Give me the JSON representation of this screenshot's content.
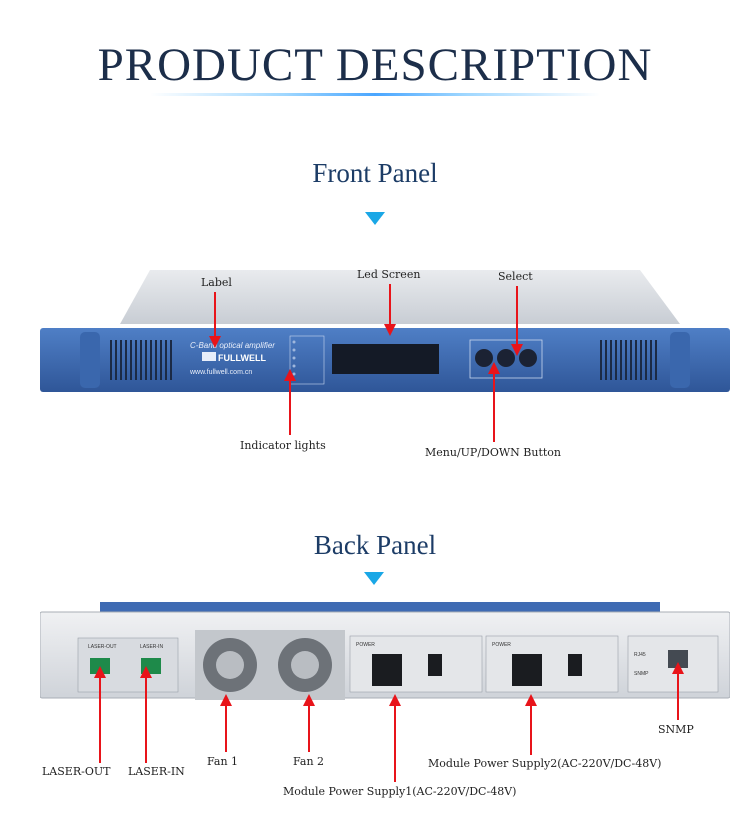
{
  "title": "PRODUCT DESCRIPTION",
  "front": {
    "heading": "Front Panel",
    "brand_sub": "C-Band optical amplifier",
    "brand_name": "FULLWELL",
    "brand_url": "www.fullwell.com.cn",
    "labels": {
      "label": "Label",
      "led_screen": "Led Screen",
      "select": "Select",
      "indicator": "Indicator lights",
      "menu_button": "Menu/UP/DOWN Button"
    }
  },
  "back": {
    "heading": "Back Panel",
    "panel_text": {
      "laser_out": "LASER-OUT",
      "laser_in": "LASER-IN",
      "power1": "POWER",
      "power2": "POWER",
      "rj45": "RJ45",
      "snmp_small": "SNMP"
    },
    "labels": {
      "laser_out": "LASER-OUT",
      "laser_in": "LASER-IN",
      "fan1": "Fan 1",
      "fan2": "Fan 2",
      "psu1": "Module Power Supply1(AC-220V/DC-48V)",
      "psu2": "Module Power Supply2(AC-220V/DC-48V)",
      "snmp": "SNMP"
    }
  },
  "colors": {
    "panel_blue": "#3f6bb3",
    "arrow_red": "#e8141a",
    "accent_cyan": "#1aa7e6"
  }
}
